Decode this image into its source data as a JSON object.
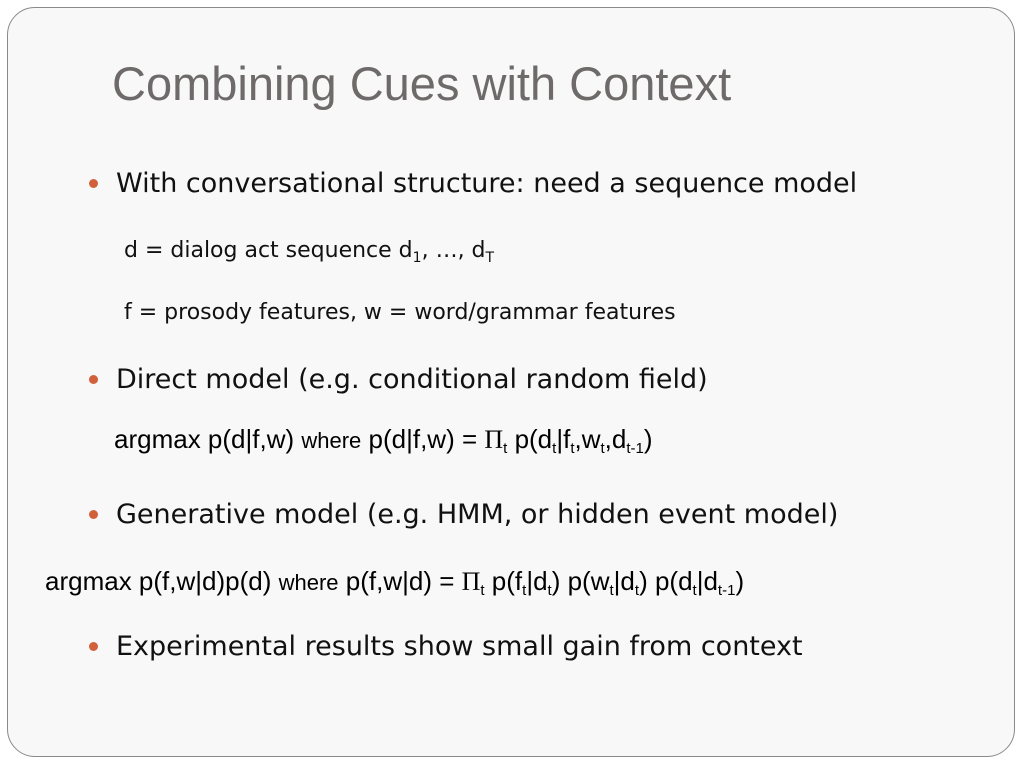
{
  "slide": {
    "title": "Combining Cues with Context",
    "bullets": [
      "With conversational structure: need a sequence model",
      "Direct model (e.g. conditional random field)",
      "Generative model (e.g. HMM, or hidden event model)",
      "Experimental results show small gain from context"
    ],
    "sub1": {
      "prefix": "d = dialog act sequence d",
      "sub_a": "1",
      "mid": ", …, d",
      "sub_b": "T"
    },
    "sub2": "f = prosody features, w = word/grammar features",
    "formula1": {
      "lhs": "argmax p(d|f,w)",
      "where": "where",
      "p1": "p(d|f,w) = ",
      "pi": "Π",
      "pi_sub": "t",
      "p2": " p(d",
      "s1": "t",
      "p3": "|f",
      "s2": "t",
      "p4": ",w",
      "s3": "t",
      "p5": ",d",
      "s4": "t-1",
      "p6": ")"
    },
    "formula2": {
      "lhs": "argmax p(f,w|d)p(d)",
      "where": "where",
      "p1": "p(f,w|d) = ",
      "pi": "Π",
      "pi_sub": "t",
      "p2": " p(f",
      "s1": "t",
      "p3": "|d",
      "s2": "t",
      "p4": ") p(w",
      "s3": "t",
      "p5": "|d",
      "s4": "t",
      "p6": ") p(d",
      "s5": "t",
      "p7": "|d",
      "s6": "t-1",
      "p8": ")"
    },
    "colors": {
      "title": "#6e6a6a",
      "bullet": "#d0613b",
      "frame_border": "#8a8a8a"
    }
  }
}
